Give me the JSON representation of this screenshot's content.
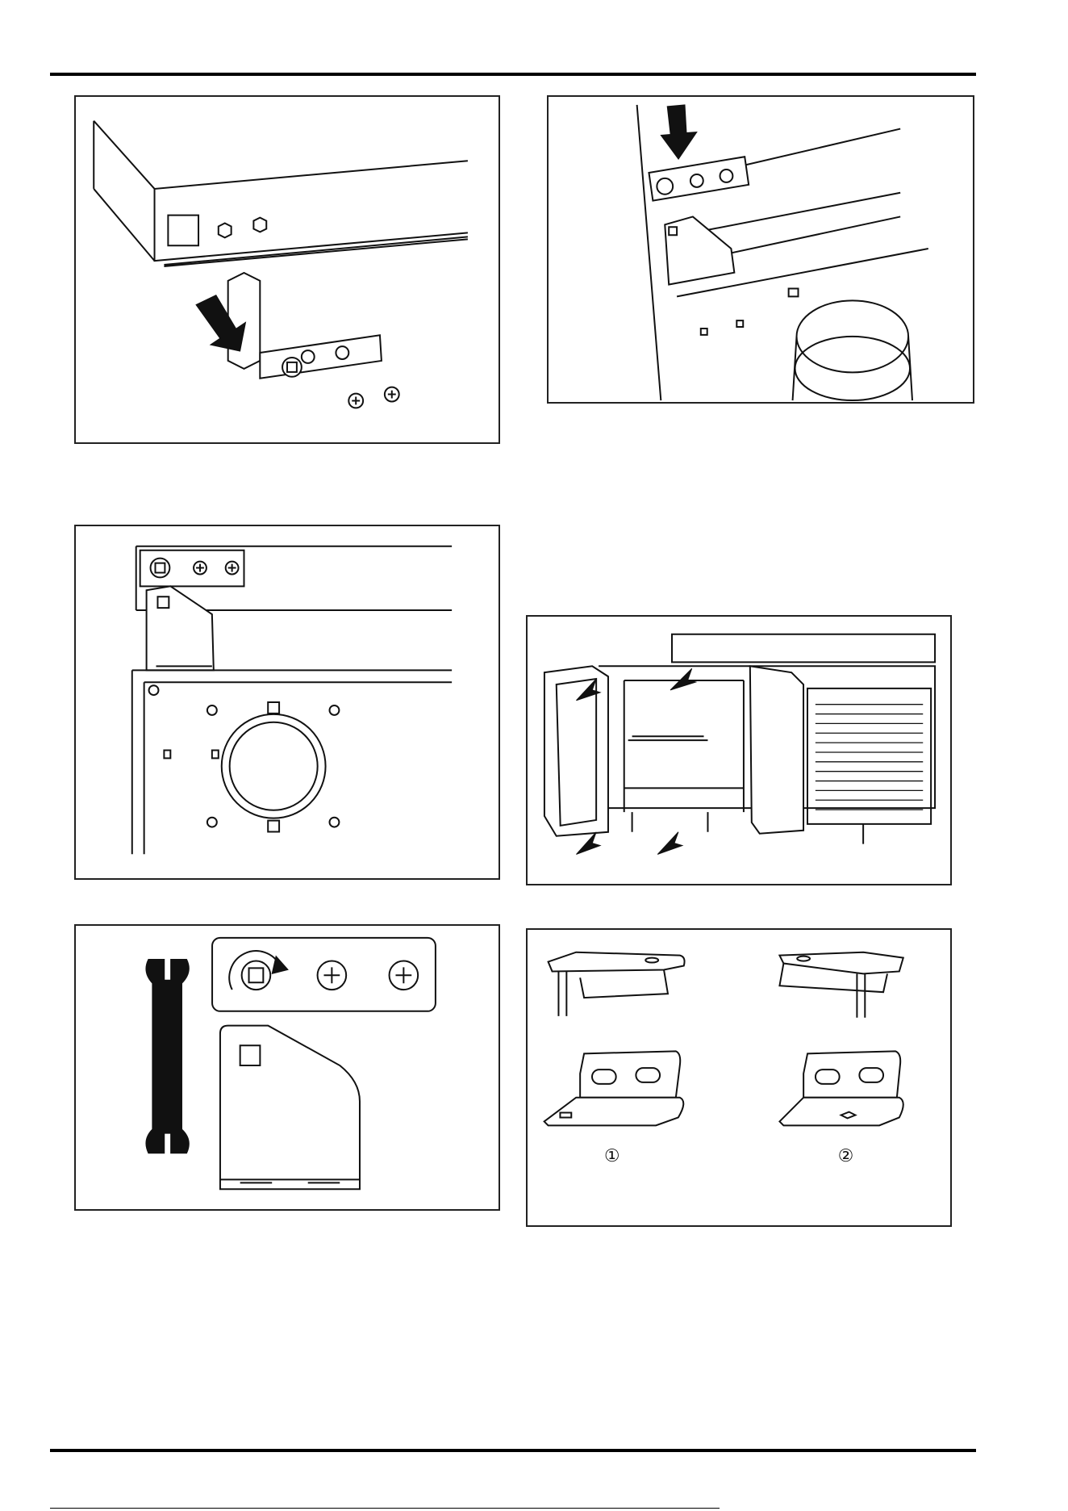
{
  "figures": [
    {
      "id": "fig-remove-hinge-bar",
      "callout": ""
    },
    {
      "id": "fig-insert-hinge-top",
      "callout": ""
    },
    {
      "id": "fig-hinge-plate-detail",
      "callout": ""
    },
    {
      "id": "fig-cabinet-open-doors",
      "callout": ""
    },
    {
      "id": "fig-wrench-and-bracket",
      "callout": ""
    },
    {
      "id": "fig-hinge-brackets-types",
      "callouts": [
        "①",
        "②"
      ]
    }
  ],
  "icons": [
    "arrow-icon",
    "screw-icon",
    "wrench-icon",
    "rotate-arrow-icon"
  ]
}
